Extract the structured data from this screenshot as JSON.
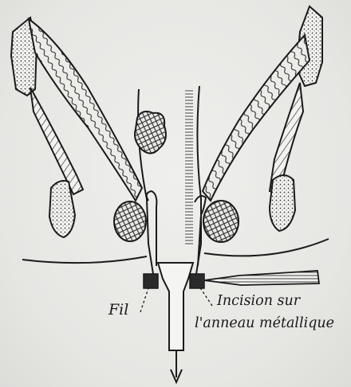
{
  "labels": {
    "fil": "Fil",
    "incision_line1": "Incision sur",
    "incision_line2": "l'anneau métallique"
  }
}
